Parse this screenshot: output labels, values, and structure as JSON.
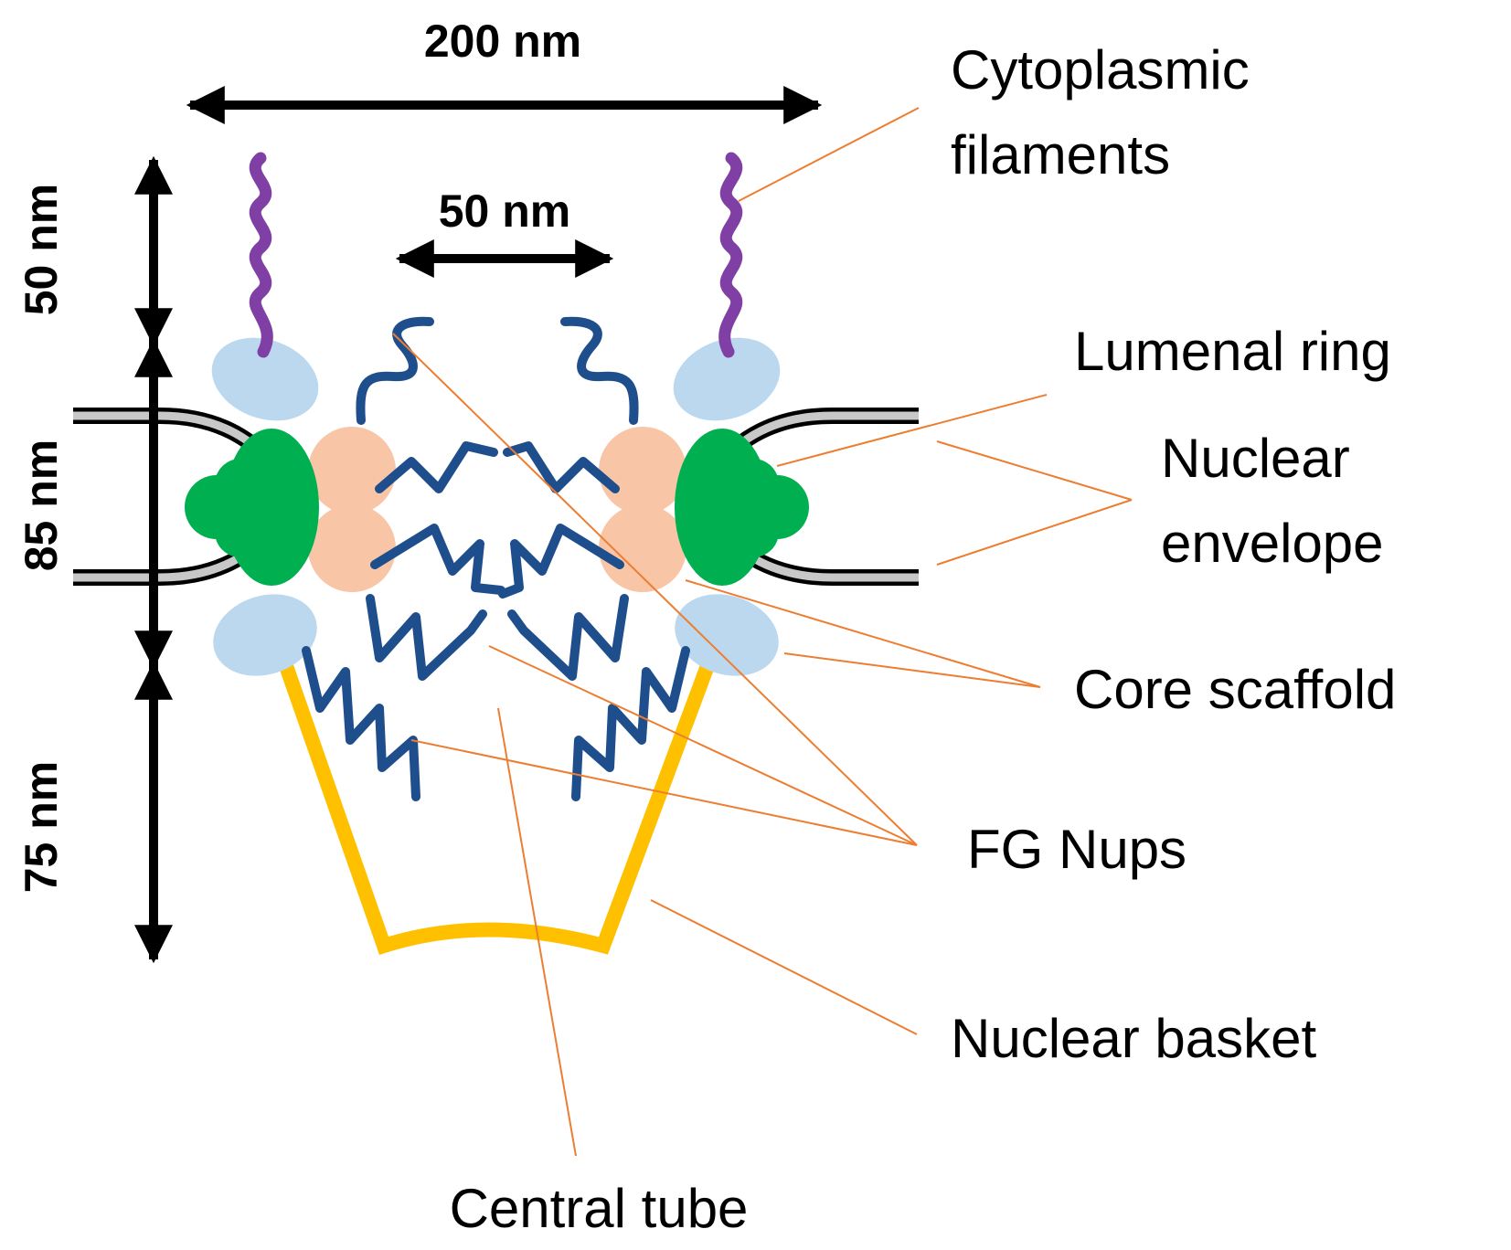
{
  "dimensions": {
    "width_total": "200 nm",
    "pore_width": "50 nm",
    "cytoplasmic_height": "50 nm",
    "membrane_height": "85 nm",
    "basket_height": "75 nm"
  },
  "labels": {
    "cytoplasmic_filaments": [
      "Cytoplasmic",
      "filaments"
    ],
    "lumenal_ring": "Lumenal ring",
    "nuclear_envelope": [
      "Nuclear",
      "envelope"
    ],
    "core_scaffold": "Core scaffold",
    "fg_nups": "FG Nups",
    "nuclear_basket": "Nuclear basket",
    "central_tube": "Central tube"
  },
  "colors": {
    "cytoplasmic_filament": "#7f3fa5",
    "fg_nup": "#1f4e8c",
    "lumenal_ring": "#00b050",
    "core_scaffold_outer": "#bcd8ee",
    "core_scaffold_inner": "#f8c6a6",
    "nuclear_basket": "#ffc000",
    "membrane_fill": "#c8c8c8",
    "leader_line": "#ed7d31",
    "arrow": "#000000"
  }
}
